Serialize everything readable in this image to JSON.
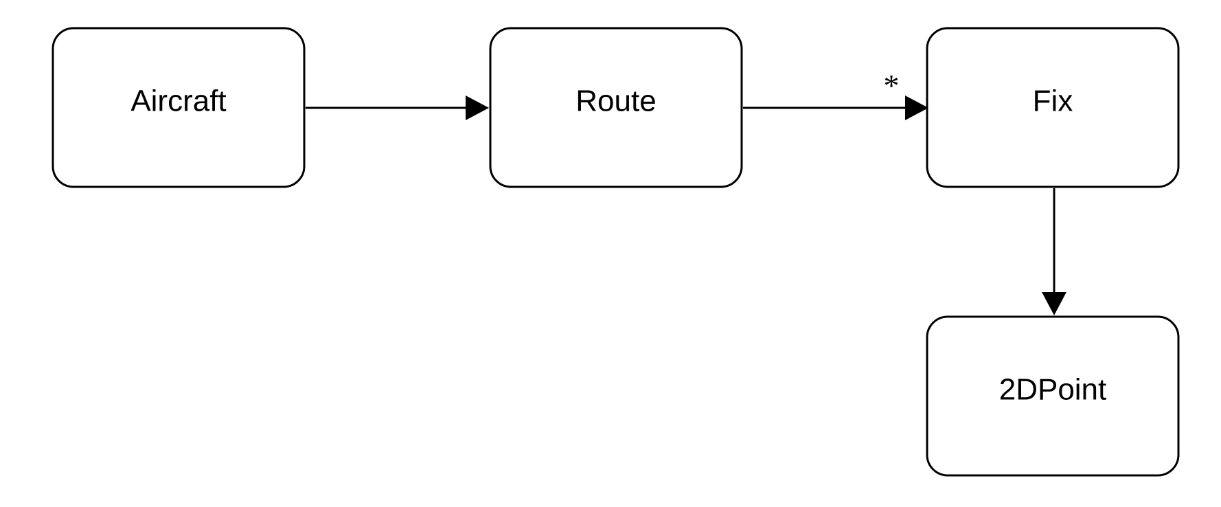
{
  "diagram": {
    "nodes": {
      "aircraft": {
        "label": "Aircraft"
      },
      "route": {
        "label": "Route"
      },
      "fix": {
        "label": "Fix"
      },
      "point2d": {
        "label": "2DPoint"
      }
    },
    "edges": [
      {
        "from": "Aircraft",
        "to": "Route",
        "multiplicity": ""
      },
      {
        "from": "Route",
        "to": "Fix",
        "multiplicity": "*"
      },
      {
        "from": "Fix",
        "to": "2DPoint",
        "multiplicity": ""
      }
    ],
    "colors": {
      "stroke": "#000000",
      "fill": "#ffffff",
      "text": "#000000"
    }
  }
}
